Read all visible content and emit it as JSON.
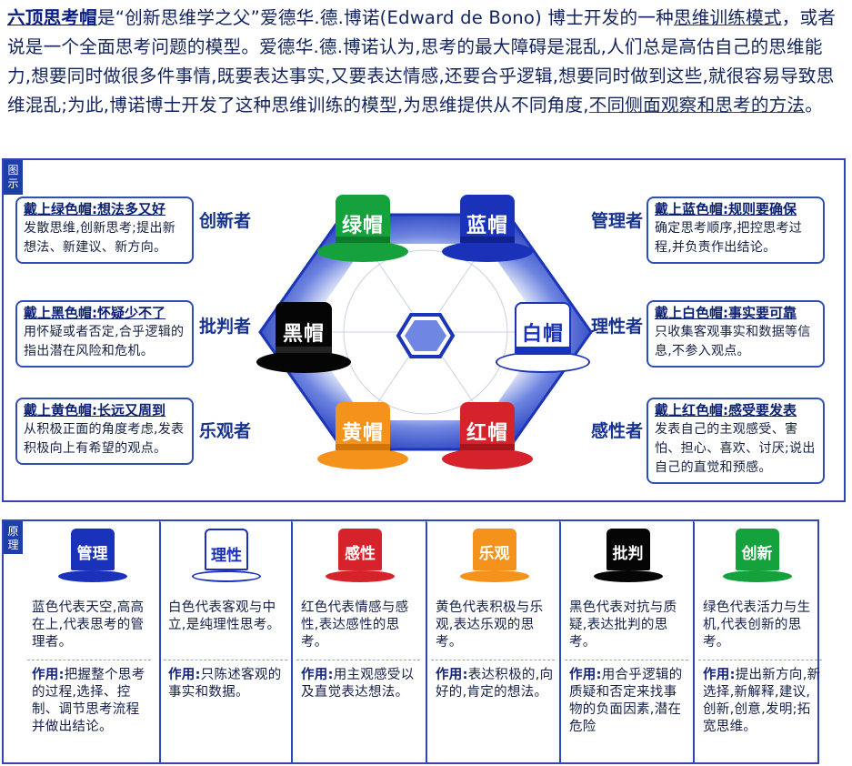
{
  "intro": {
    "lead": "六顶思考帽",
    "part1": "是“创新思维学之父”爱德华.德.博诺(Edward de Bono) 博士开发的一种",
    "link1": "思维训练模式",
    "part2": "，或者说是一个全面思考问题的模型。爱德华.德.博诺认为,思考的最大障碍是混乱,人们总是高估自己的思维能力,想要同时做很多件事情,既要表达事实,又要表达情感,还要合乎逻辑,想要同时做到这些,就很容易导致思维混乱;为此,博诺博士开发了这种思维训练的模型,为思维提供从不同角度,",
    "link2": "不同侧面观察和思考的方法",
    "end": "。"
  },
  "diagram": {
    "tag": "图\n示",
    "notes": {
      "green": {
        "title": "戴上绿色帽:想法多又好",
        "desc": "发散思维,创新思考;提出新想法、新建议、新方向。",
        "role": "创新者"
      },
      "black": {
        "title": "戴上黑色帽:怀疑少不了",
        "desc": "用怀疑或者否定,合乎逻辑的指出潜在风险和危机。",
        "role": "批判者"
      },
      "yellow": {
        "title": "戴上黄色帽:长远又周到",
        "desc": "从积极正面的角度考虑,发表积极向上有希望的观点。",
        "role": "乐观者"
      },
      "blue": {
        "title": "戴上蓝色帽:规则要确保",
        "desc": "确定思考顺序,把控思考过程,并负责作出结论。",
        "role": "管理者"
      },
      "white": {
        "title": "戴上白色帽:事实要可靠",
        "desc": "只收集客观事实和数据等信息,不参入观点。",
        "role": "理性者"
      },
      "red": {
        "title": "戴上红色帽:感受要发表",
        "desc": "发表自己的主观感受、害怕、担心、喜欢、讨厌;说出自己的直觉和预感。",
        "role": "感性者"
      }
    },
    "hats": {
      "green": {
        "label": "绿帽",
        "color": "#15a13c",
        "band": "#0c7a2b"
      },
      "blue": {
        "label": "蓝帽",
        "color": "#1a32b9",
        "band": "#0f2290"
      },
      "black": {
        "label": "黑帽",
        "color": "#050505",
        "band": "#222222"
      },
      "white": {
        "label": "白帽",
        "color": "#ffffff",
        "band": "#1a32b9"
      },
      "yellow": {
        "label": "黄帽",
        "color": "#f5921b",
        "band": "#d27508"
      },
      "red": {
        "label": "红帽",
        "color": "#d6222a",
        "band": "#a8141b"
      }
    }
  },
  "principle": {
    "tag": "原\n理",
    "columns": [
      {
        "key": "blue",
        "label": "管理",
        "color": "#1a32b9",
        "text": "#ffffff",
        "desc": "蓝色代表天空,高高在上,代表思考的管理者。",
        "use_label": "作用:",
        "use": "把握整个思考的过程,选择、控制、调节思考流程并做出结论。"
      },
      {
        "key": "white",
        "label": "理性",
        "color": "#ffffff",
        "text": "#1a32b9",
        "desc": "白色代表客观与中立,是纯理性思考。",
        "use_label": "作用:",
        "use": "只陈述客观的事实和数据。"
      },
      {
        "key": "red",
        "label": "感性",
        "color": "#d6222a",
        "text": "#ffffff",
        "desc": "红色代表情感与感性,表达感性的思考。",
        "use_label": "作用:",
        "use": "用主观感受以及直觉表达想法。"
      },
      {
        "key": "yellow",
        "label": "乐观",
        "color": "#f5921b",
        "text": "#ffffff",
        "desc": "黄色代表积极与乐观,表达乐观的思考。",
        "use_label": "作用:",
        "use": "表达积极的,向好的,肯定的想法。"
      },
      {
        "key": "black",
        "label": "批判",
        "color": "#050505",
        "text": "#ffffff",
        "desc": "黑色代表对抗与质疑,表达批判的思考。",
        "use_label": "作用:",
        "use": "用合乎逻辑的质疑和否定来找事物的负面因素,潜在危险"
      },
      {
        "key": "green",
        "label": "创新",
        "color": "#15a13c",
        "text": "#ffffff",
        "desc": "绿色代表活力与生机,代表创新的思考。",
        "use_label": "作用:",
        "use": "提出新方向,新选择,新解释,建议,创新,创意,发明;拓宽思维。"
      }
    ]
  }
}
